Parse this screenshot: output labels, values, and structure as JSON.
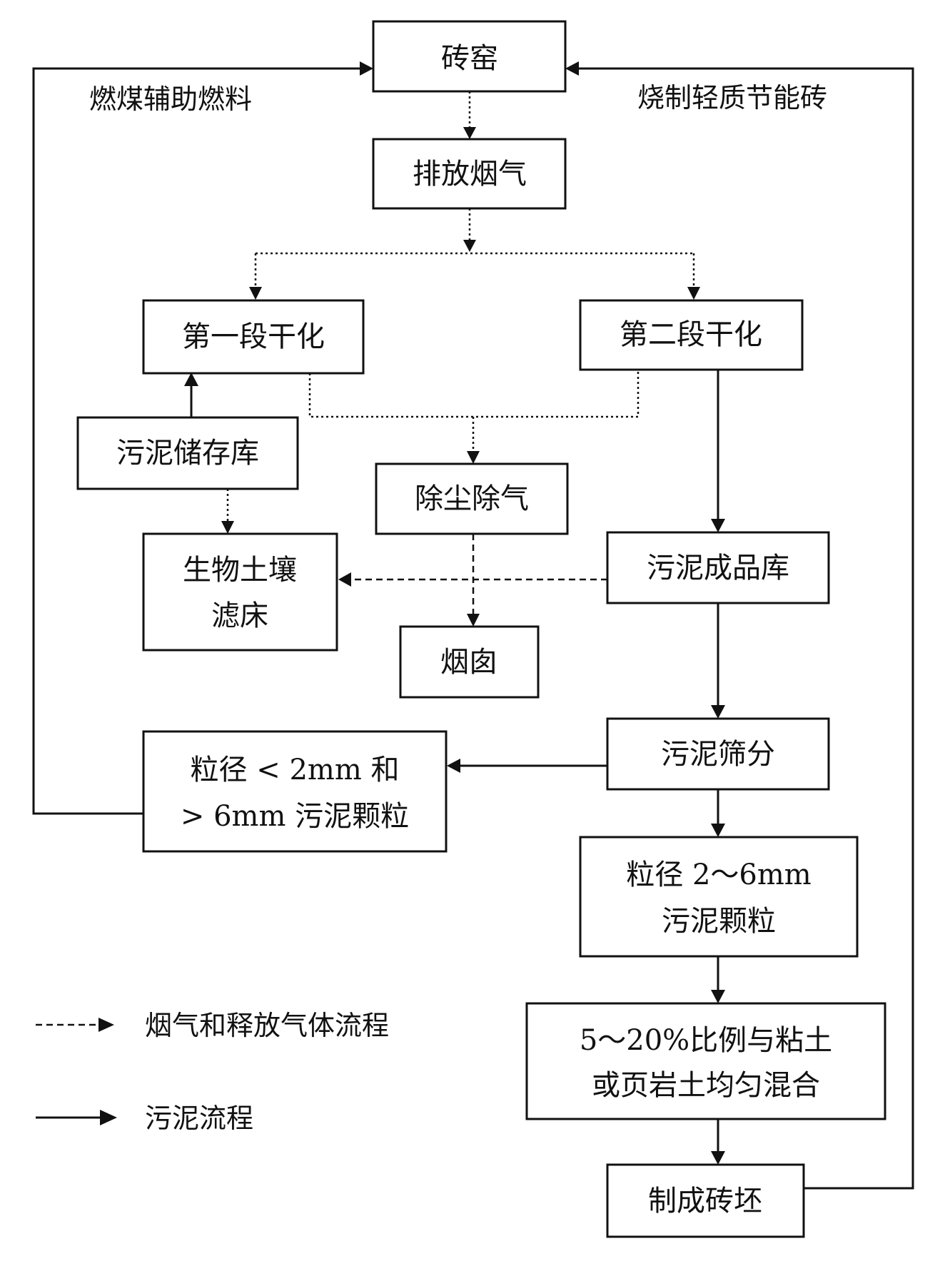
{
  "nodes": {
    "kiln": "砖窑",
    "exhaust": "排放烟气",
    "dry1": "第一段干化",
    "dry2": "第二段干化",
    "storage": "污泥储存库",
    "dedust": "除尘除气",
    "biofilter_line1": "生物土壤",
    "biofilter_line2": "滤床",
    "product": "污泥成品库",
    "chimney": "烟囱",
    "screen": "污泥筛分",
    "fine_line1": "粒径 < 2mm 和",
    "fine_line2": "> 6mm 污泥颗粒",
    "mid_line1": "粒径 2～6mm",
    "mid_line2": "污泥颗粒",
    "mix_line1": "5～20%比例与粘土",
    "mix_line2": "或页岩土均匀混合",
    "brick": "制成砖坯"
  },
  "side_labels": {
    "left": "燃煤辅助燃料",
    "right": "烧制轻质节能砖"
  },
  "legend": {
    "gas": "烟气和释放气体流程",
    "sludge": "污泥流程"
  }
}
